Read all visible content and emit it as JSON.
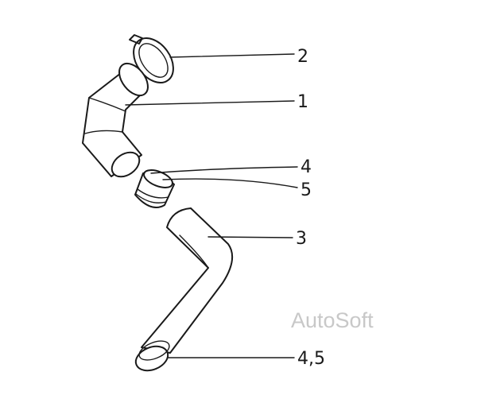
{
  "callouts": {
    "label_1": "1",
    "label_2": "2",
    "label_3": "3",
    "label_4": "4",
    "label_5": "5",
    "label_45": "4,5"
  },
  "watermark": "AutoSoft",
  "colors": {
    "ink": "#1a1a1a",
    "watermark": "#c8c8c8",
    "background": "#ffffff"
  }
}
